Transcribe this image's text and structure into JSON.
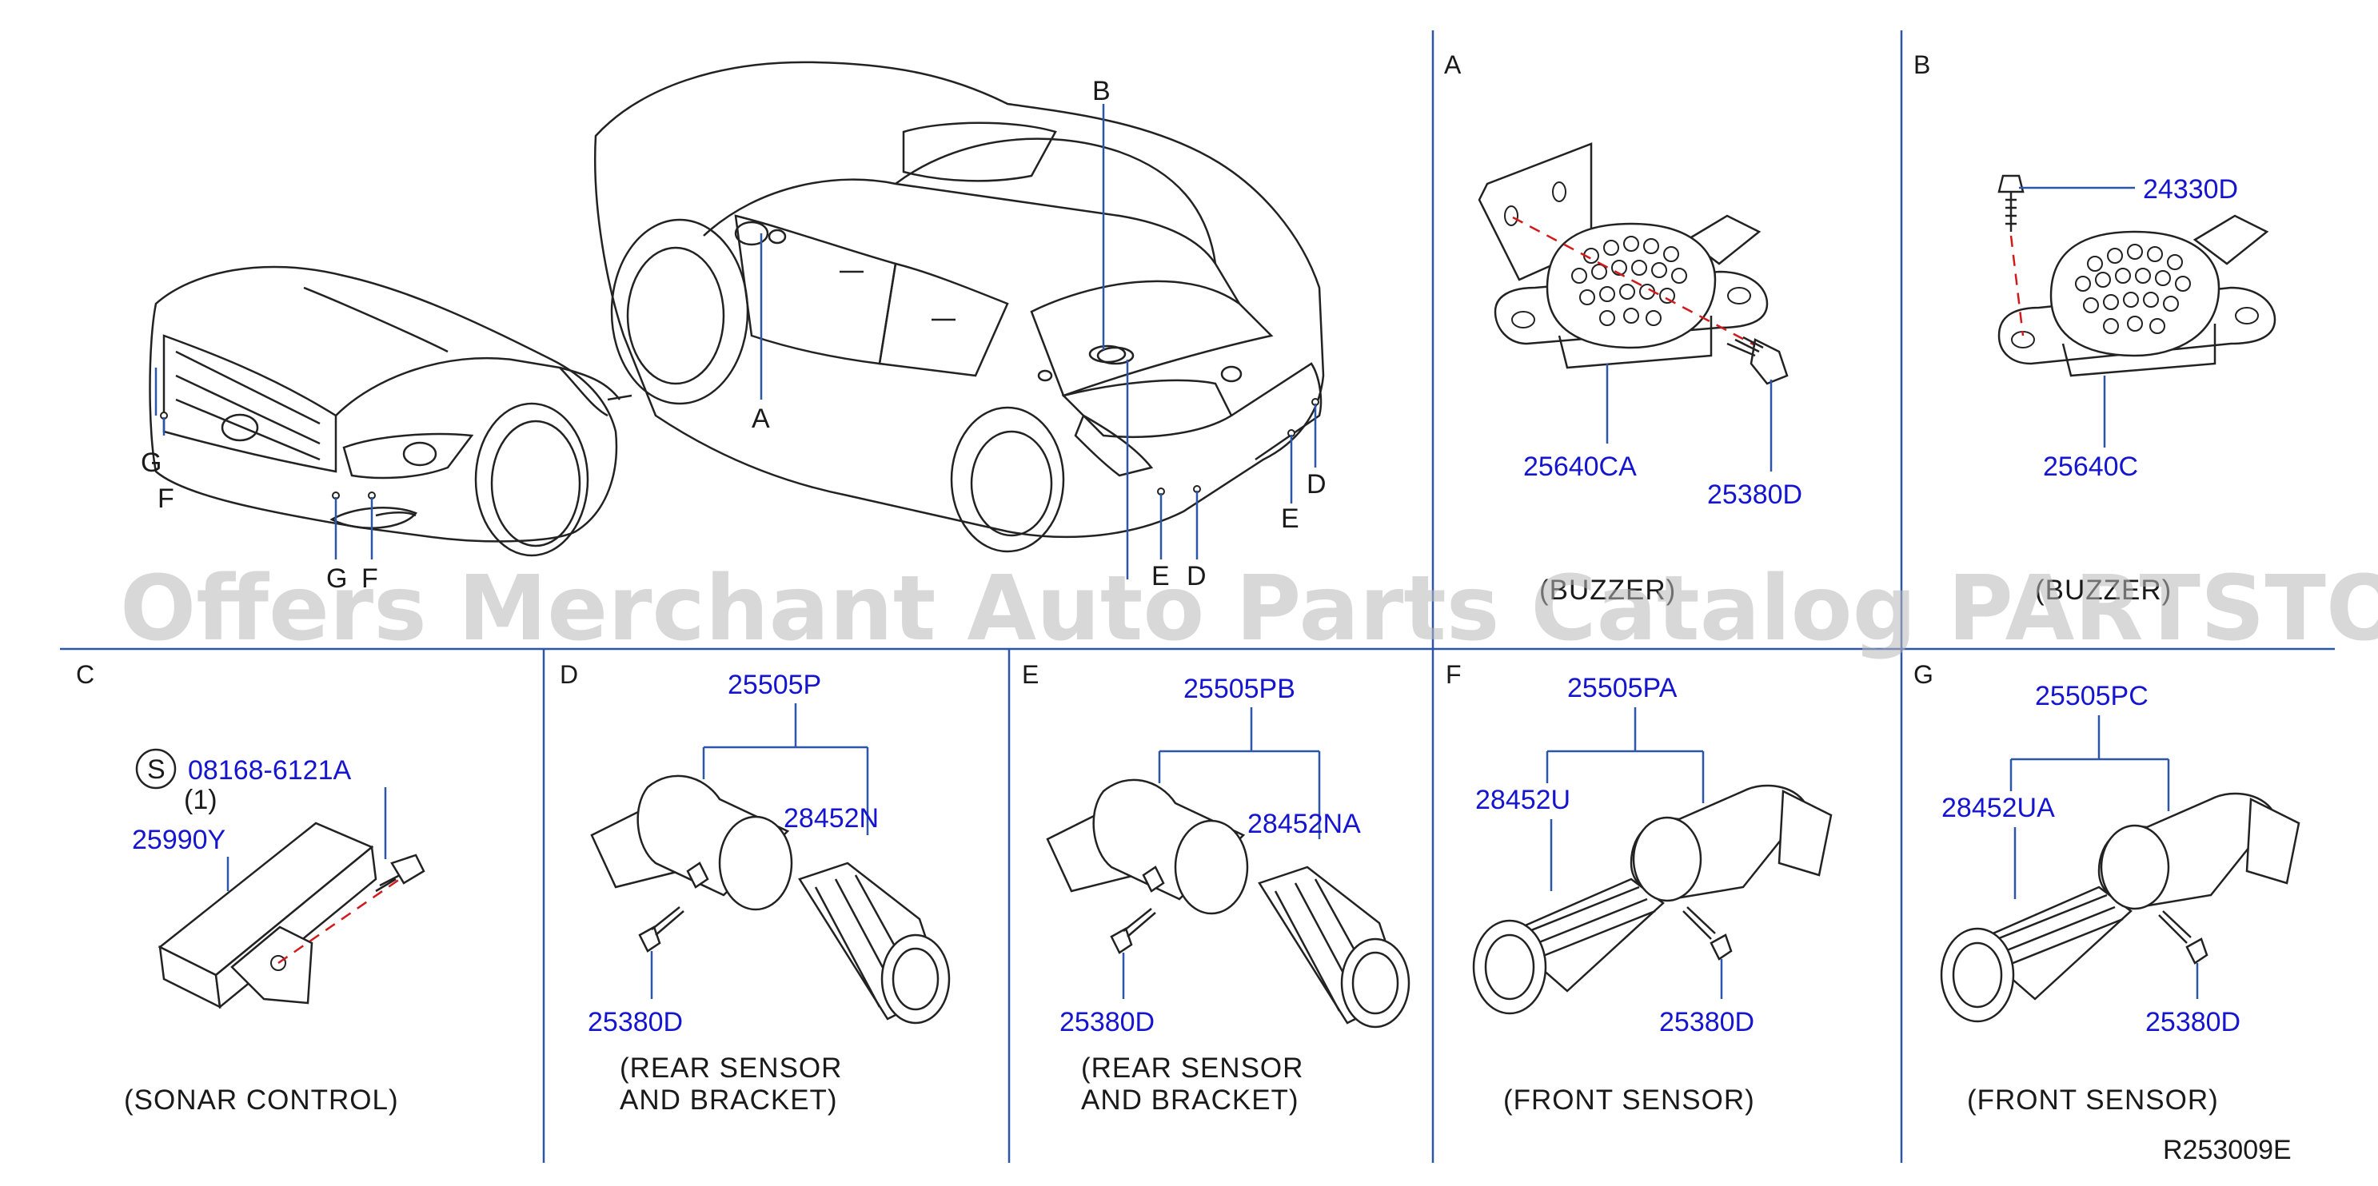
{
  "overview": {
    "callouts": {
      "a": "A",
      "b": "B",
      "d1": "D",
      "d2": "D",
      "e1": "E",
      "e2": "E",
      "f1": "F",
      "f2": "F",
      "g1": "G",
      "g2": "G"
    }
  },
  "sections": {
    "a": {
      "letter": "A",
      "parts": [
        "25640CA",
        "25380D"
      ],
      "caption": "(BUZZER)"
    },
    "b": {
      "letter": "B",
      "parts": [
        "24330D",
        "25640C"
      ],
      "caption": "(BUZZER)"
    },
    "c": {
      "letter": "C",
      "symbol": "S",
      "parts": [
        "08168-6121A",
        "25990Y"
      ],
      "quantity": "(1)",
      "caption": "(SONAR   CONTROL)"
    },
    "d": {
      "letter": "D",
      "assembly": "25505P",
      "parts": [
        "28452N",
        "25380D"
      ],
      "caption": [
        "(REAR   SENSOR",
        "AND   BRACKET)"
      ]
    },
    "e": {
      "letter": "E",
      "assembly": "25505PB",
      "parts": [
        "28452NA",
        "25380D"
      ],
      "caption": [
        "(REAR   SENSOR",
        "AND   BRACKET)"
      ]
    },
    "f": {
      "letter": "F",
      "assembly": "25505PA",
      "parts": [
        "28452U",
        "25380D"
      ],
      "caption": "(FRONT   SENSOR)"
    },
    "g": {
      "letter": "G",
      "assembly": "25505PC",
      "parts": [
        "28452UA",
        "25380D"
      ],
      "caption": "(FRONT   SENSOR)"
    }
  },
  "watermark": "Offers Merchant Auto Parts Catalog PARTSTORE.SA",
  "diagram_code": "R253009E",
  "colors": {
    "part_number": "#1515d0",
    "leader_line": "#2d55a8",
    "grid_line": "#2d55a8",
    "dashed_axis": "#d21a1a",
    "watermark": "#b9b9b9"
  }
}
